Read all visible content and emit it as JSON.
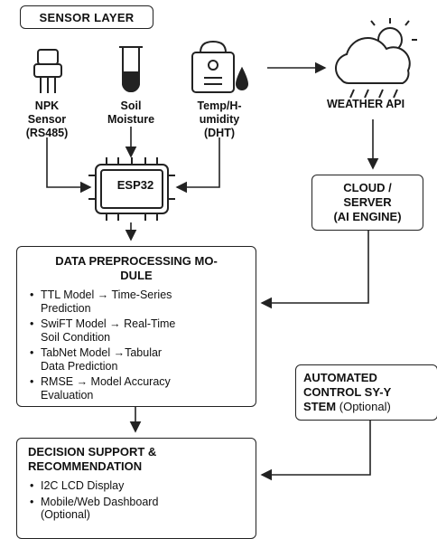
{
  "title": "SENSOR LAYER",
  "sensors": [
    {
      "name": "npk",
      "lines": [
        "NPK",
        "Sensor",
        "(RS485)"
      ],
      "icon": "npk-probe-icon"
    },
    {
      "name": "soil",
      "lines": [
        "Soil",
        "Moisture"
      ],
      "icon": "test-tube-icon"
    },
    {
      "name": "temp",
      "lines": [
        "Temp/H-",
        "umidity",
        "(DHT)"
      ],
      "icon": "temp-humidity-sensor-icon"
    }
  ],
  "mcu": "ESP32",
  "weather": {
    "label": "WEATHER API",
    "icon": "cloud-sun-rain-icon"
  },
  "cloud": {
    "lines": [
      "CLOUD /",
      "SERVER",
      "(AI ENGINE)"
    ]
  },
  "preprocessing": {
    "title_lines": [
      "DATA PREPROCESSING MO-",
      "DULE"
    ],
    "items": [
      [
        "TTL Model → Time-Series",
        "Prediction"
      ],
      [
        "SwiFT Model → Real-Time",
        "Soil Condition"
      ],
      [
        "TabNet Model →Tabular",
        "Data Prediction"
      ],
      [
        "RMSE → Model Accuracy",
        "Evaluation"
      ]
    ]
  },
  "automated": {
    "lines": [
      "AUTOMATED",
      "CONTROL SY-Y",
      "STEM"
    ],
    "optional": "(Optional)"
  },
  "decision": {
    "title_lines": [
      "DECISION SUPPORT &",
      "RECOMMENDATION"
    ],
    "items": [
      [
        "I2C LCD Display"
      ],
      [
        "Mobile/Web Dashboard",
        "(Optional)"
      ]
    ]
  }
}
